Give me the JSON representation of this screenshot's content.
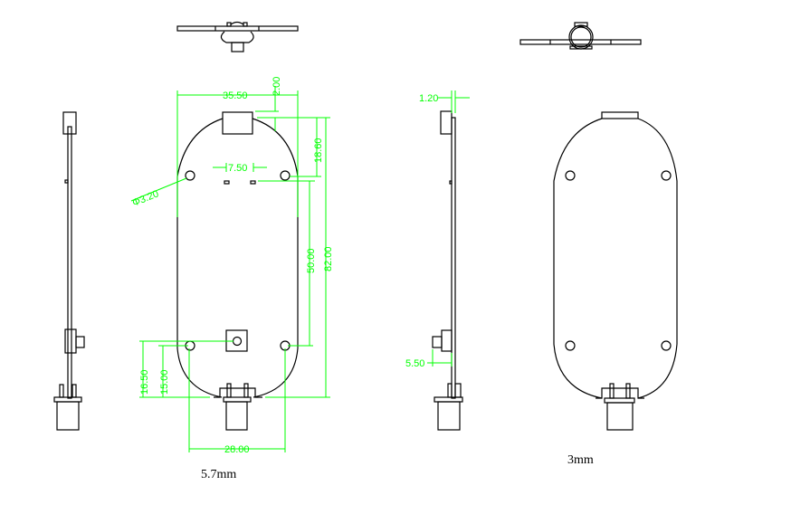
{
  "title": "PCB board mechanical drawing",
  "colors": {
    "outline": "#000000",
    "dimension": "#00ff00"
  },
  "dimensions": {
    "width": "35.50",
    "tab_offset": "2.00",
    "hole_top_offset": "18.60",
    "pad_spacing": "7.50",
    "hole_diameter": "Φ3.20",
    "hole_vertical_spacing": "50.00",
    "total_length": "82.00",
    "hole_bottom_offset": "16.50",
    "hole_bottom_offset_2": "15.00",
    "hole_horizontal_spacing": "28.00",
    "board_thickness": "1.20",
    "component_offset": "5.50"
  },
  "captions": {
    "left": "5.7mm",
    "right": "3mm"
  }
}
